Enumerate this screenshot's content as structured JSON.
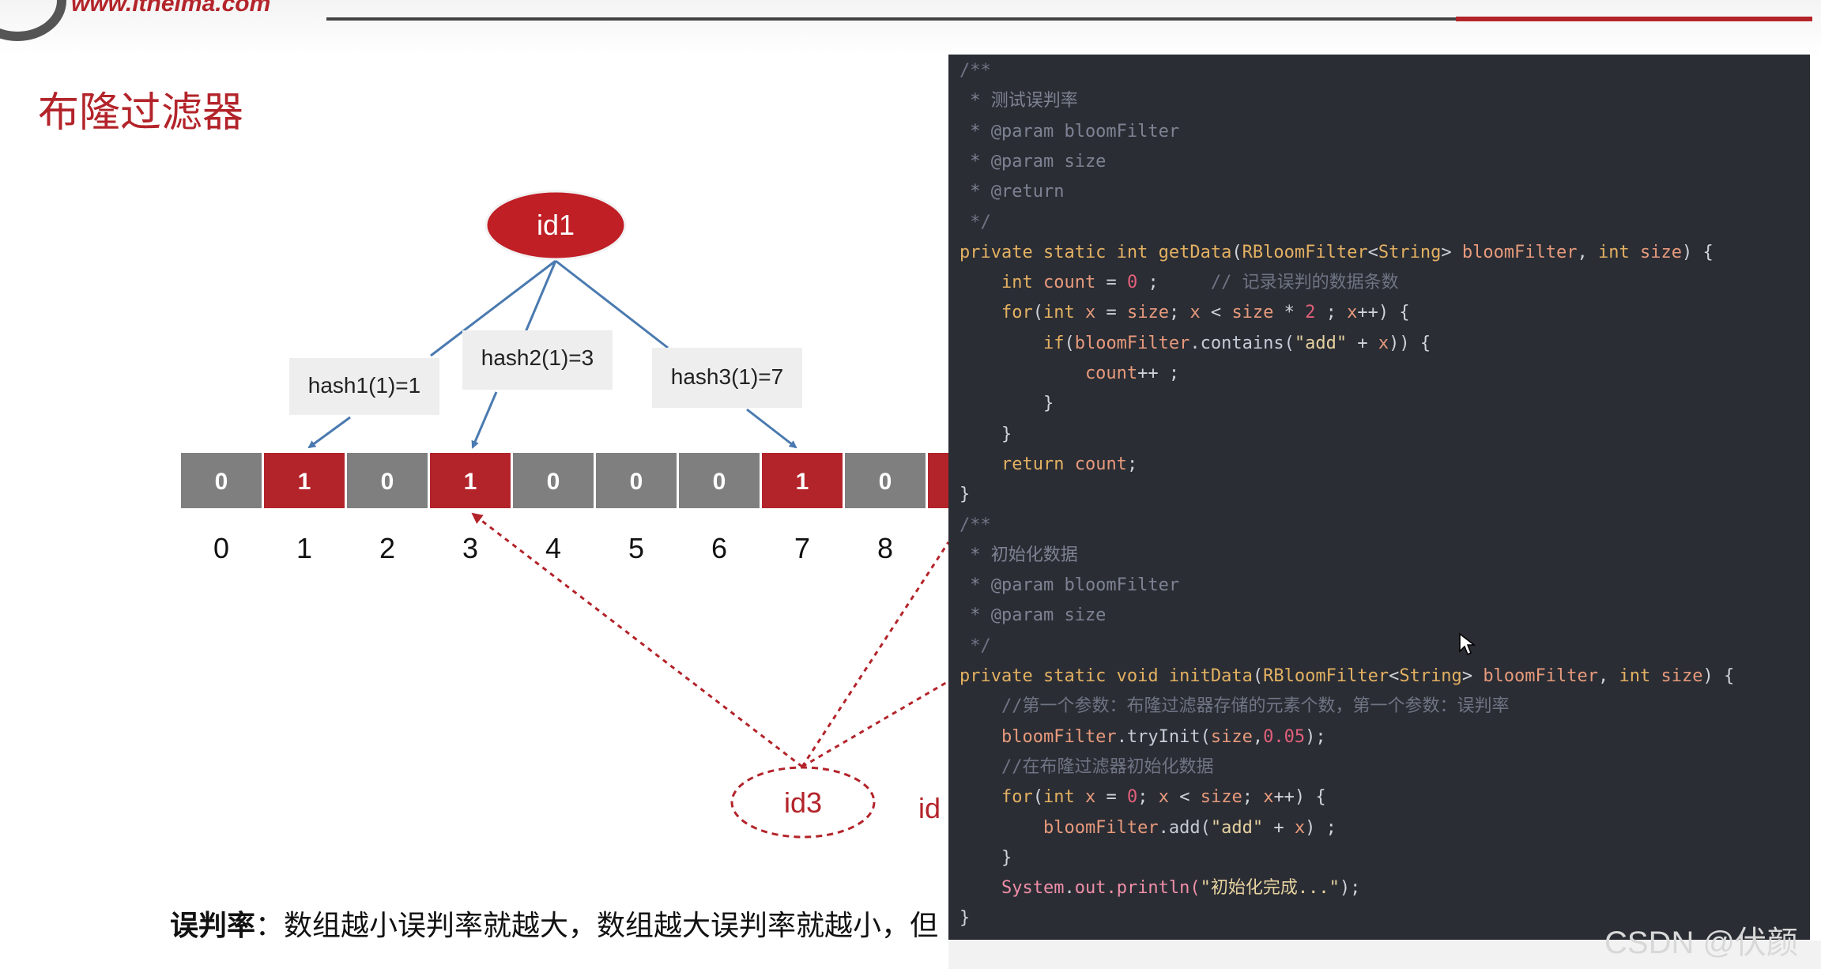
{
  "header": {
    "site_url": "www.itheima.com"
  },
  "slide": {
    "title": "布隆过滤器",
    "footnote_bold": "误判率",
    "footnote_rest": "：数组越小误判率就越大，数组越大误判率就越小，但"
  },
  "diagram": {
    "id1_label": "id1",
    "id3_label": "id3",
    "id_partial_label": "id",
    "hash_labels": [
      "hash1(1)=1",
      "hash2(1)=3",
      "hash3(1)=7"
    ],
    "bits": [
      "0",
      "1",
      "0",
      "1",
      "0",
      "0",
      "0",
      "1",
      "0"
    ],
    "indices": [
      "0",
      "1",
      "2",
      "3",
      "4",
      "5",
      "6",
      "7",
      "8"
    ],
    "colors": {
      "accent": "#b3242a",
      "bit_gray": "#7f7f7f",
      "arrow_blue": "#4a7ab0"
    }
  },
  "code": {
    "lines": [
      [
        {
          "t": "/**",
          "c": "tk-comment"
        }
      ],
      [
        {
          "t": " * 测试误判率",
          "c": "tk-doc"
        }
      ],
      [
        {
          "t": " * @param bloomFilter",
          "c": "tk-doc"
        }
      ],
      [
        {
          "t": " * @param size",
          "c": "tk-doc"
        }
      ],
      [
        {
          "t": " * @return",
          "c": "tk-doc"
        }
      ],
      [
        {
          "t": " */",
          "c": "tk-comment"
        }
      ],
      [
        {
          "t": "private static int ",
          "c": "tk-kw"
        },
        {
          "t": "getData",
          "c": "tk-fn"
        },
        {
          "t": "(",
          "c": "tk-punc"
        },
        {
          "t": "RBloomFilter",
          "c": "tk-type"
        },
        {
          "t": "<",
          "c": "tk-punc"
        },
        {
          "t": "String",
          "c": "tk-type"
        },
        {
          "t": "> ",
          "c": "tk-punc"
        },
        {
          "t": "bloomFilter",
          "c": "tk-param"
        },
        {
          "t": ", ",
          "c": "tk-punc"
        },
        {
          "t": "int ",
          "c": "tk-kw"
        },
        {
          "t": "size",
          "c": "tk-param"
        },
        {
          "t": ") {",
          "c": "tk-punc"
        }
      ],
      [
        {
          "t": "    int ",
          "c": "tk-kw"
        },
        {
          "t": "count",
          "c": "tk-param"
        },
        {
          "t": " = ",
          "c": "tk-punc"
        },
        {
          "t": "0",
          "c": "tk-num"
        },
        {
          "t": " ;     ",
          "c": "tk-punc"
        },
        {
          "t": "// 记录误判的数据条数",
          "c": "tk-comment"
        }
      ],
      [
        {
          "t": "    for",
          "c": "tk-kw"
        },
        {
          "t": "(",
          "c": "tk-punc"
        },
        {
          "t": "int ",
          "c": "tk-kw"
        },
        {
          "t": "x",
          "c": "tk-param"
        },
        {
          "t": " = ",
          "c": "tk-punc"
        },
        {
          "t": "size",
          "c": "tk-param"
        },
        {
          "t": "; ",
          "c": "tk-punc"
        },
        {
          "t": "x",
          "c": "tk-param"
        },
        {
          "t": " < ",
          "c": "tk-punc"
        },
        {
          "t": "size",
          "c": "tk-param"
        },
        {
          "t": " * ",
          "c": "tk-punc"
        },
        {
          "t": "2",
          "c": "tk-num"
        },
        {
          "t": " ; ",
          "c": "tk-punc"
        },
        {
          "t": "x",
          "c": "tk-param"
        },
        {
          "t": "++) {",
          "c": "tk-punc"
        }
      ],
      [
        {
          "t": "        if",
          "c": "tk-kw"
        },
        {
          "t": "(",
          "c": "tk-punc"
        },
        {
          "t": "bloomFilter",
          "c": "tk-param"
        },
        {
          "t": ".contains(",
          "c": "tk-field"
        },
        {
          "t": "\"add\"",
          "c": "tk-str"
        },
        {
          "t": " + ",
          "c": "tk-punc"
        },
        {
          "t": "x",
          "c": "tk-param"
        },
        {
          "t": ")) {",
          "c": "tk-punc"
        }
      ],
      [
        {
          "t": "            count",
          "c": "tk-param"
        },
        {
          "t": "++ ;",
          "c": "tk-punc"
        }
      ],
      [
        {
          "t": "        }",
          "c": "tk-punc"
        }
      ],
      [
        {
          "t": "    }",
          "c": "tk-punc"
        }
      ],
      [
        {
          "t": "    return ",
          "c": "tk-kw"
        },
        {
          "t": "count",
          "c": "tk-param"
        },
        {
          "t": ";",
          "c": "tk-punc"
        }
      ],
      [
        {
          "t": "}",
          "c": "tk-punc"
        }
      ],
      [
        {
          "t": "/**",
          "c": "tk-comment"
        }
      ],
      [
        {
          "t": " * 初始化数据",
          "c": "tk-doc"
        }
      ],
      [
        {
          "t": " * @param bloomFilter",
          "c": "tk-doc"
        }
      ],
      [
        {
          "t": " * @param size",
          "c": "tk-doc"
        }
      ],
      [
        {
          "t": " */",
          "c": "tk-comment"
        }
      ],
      [
        {
          "t": "private static void ",
          "c": "tk-kw"
        },
        {
          "t": "initData",
          "c": "tk-fn"
        },
        {
          "t": "(",
          "c": "tk-punc"
        },
        {
          "t": "RBloomFilter",
          "c": "tk-type"
        },
        {
          "t": "<",
          "c": "tk-punc"
        },
        {
          "t": "String",
          "c": "tk-type"
        },
        {
          "t": "> ",
          "c": "tk-punc"
        },
        {
          "t": "bloomFilter",
          "c": "tk-param"
        },
        {
          "t": ", ",
          "c": "tk-punc"
        },
        {
          "t": "int ",
          "c": "tk-kw"
        },
        {
          "t": "size",
          "c": "tk-param"
        },
        {
          "t": ") {",
          "c": "tk-punc"
        }
      ],
      [
        {
          "t": "    //第一个参数：布隆过滤器存储的元素个数，第一个参数：误判率",
          "c": "tk-comment"
        }
      ],
      [
        {
          "t": "    bloomFilter",
          "c": "tk-param"
        },
        {
          "t": ".tryInit(",
          "c": "tk-field"
        },
        {
          "t": "size",
          "c": "tk-param"
        },
        {
          "t": ",",
          "c": "tk-punc"
        },
        {
          "t": "0.05",
          "c": "tk-num"
        },
        {
          "t": ");",
          "c": "tk-punc"
        }
      ],
      [
        {
          "t": "    //在布隆过滤器初始化数据",
          "c": "tk-comment"
        }
      ],
      [
        {
          "t": "    for",
          "c": "tk-kw"
        },
        {
          "t": "(",
          "c": "tk-punc"
        },
        {
          "t": "int ",
          "c": "tk-kw"
        },
        {
          "t": "x",
          "c": "tk-param"
        },
        {
          "t": " = ",
          "c": "tk-punc"
        },
        {
          "t": "0",
          "c": "tk-num"
        },
        {
          "t": "; ",
          "c": "tk-punc"
        },
        {
          "t": "x",
          "c": "tk-param"
        },
        {
          "t": " < ",
          "c": "tk-punc"
        },
        {
          "t": "size",
          "c": "tk-param"
        },
        {
          "t": "; ",
          "c": "tk-punc"
        },
        {
          "t": "x",
          "c": "tk-param"
        },
        {
          "t": "++) {",
          "c": "tk-punc"
        }
      ],
      [
        {
          "t": "        bloomFilter",
          "c": "tk-param"
        },
        {
          "t": ".add(",
          "c": "tk-field"
        },
        {
          "t": "\"add\"",
          "c": "tk-str"
        },
        {
          "t": " + ",
          "c": "tk-punc"
        },
        {
          "t": "x",
          "c": "tk-param"
        },
        {
          "t": ") ;",
          "c": "tk-punc"
        }
      ],
      [
        {
          "t": "    }",
          "c": "tk-punc"
        }
      ],
      [
        {
          "t": "    System",
          "c": "tk-pink"
        },
        {
          "t": ".",
          "c": "tk-punc"
        },
        {
          "t": "out",
          "c": "tk-pink"
        },
        {
          "t": ".println(",
          "c": "tk-pink"
        },
        {
          "t": "\"初始化完成...\"",
          "c": "tk-str"
        },
        {
          "t": ");",
          "c": "tk-punc"
        }
      ],
      [
        {
          "t": "}",
          "c": "tk-punc"
        }
      ]
    ]
  },
  "watermark": "CSDN @伏颜"
}
